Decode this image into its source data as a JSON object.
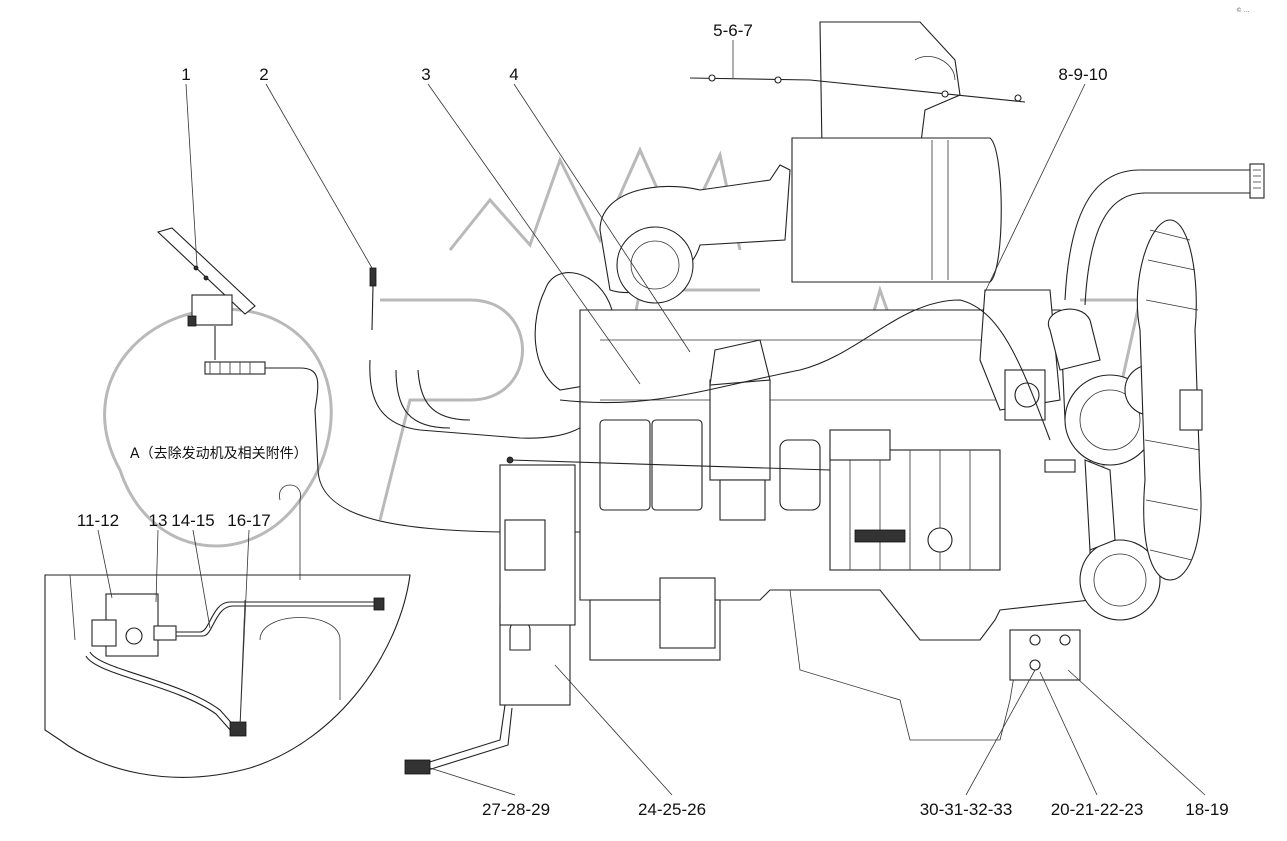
{
  "corner_mark": "© ...",
  "watermark": "OPEN",
  "note": "A（去除发动机及相关附件）",
  "callouts": {
    "c1": "1",
    "c2": "2",
    "c3": "3",
    "c4": "4",
    "c5_6_7": "5-6-7",
    "c8_9_10": "8-9-10",
    "c11_12": "11-12",
    "c13": "13",
    "c14_15": "14-15",
    "c16_17": "16-17",
    "c27_28_29": "27-28-29",
    "c24_25_26": "24-25-26",
    "c30_31_32_33": "30-31-32-33",
    "c20_21_22_23": "20-21-22-23",
    "c18_19": "18-19"
  }
}
